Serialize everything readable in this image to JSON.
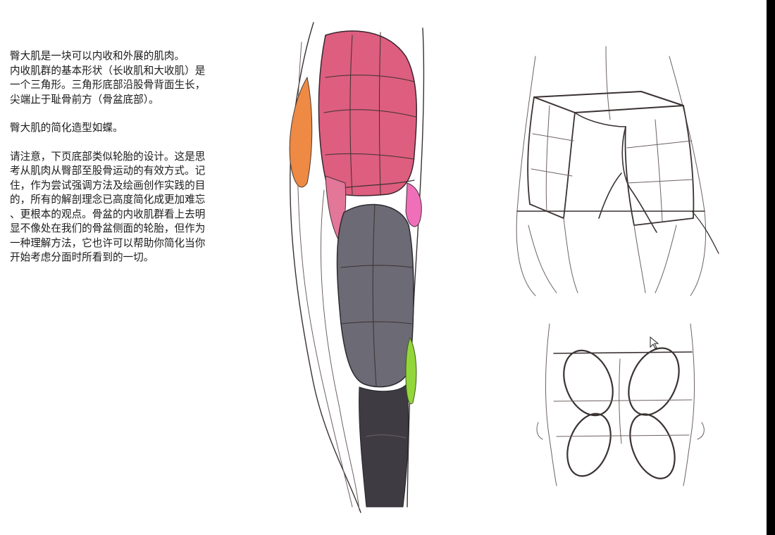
{
  "text": {
    "paragraph_1": [
      "臀大肌是一块可以内收和外展的肌肉。",
      "内收肌群的基本形状（长收肌和大收肌）是",
      "一个三角形。三角形底部沿股骨背面生长，",
      "尖端止于耻骨前方（骨盆底部）。"
    ],
    "paragraph_2": [
      "臀大肌的简化造型如蝶。"
    ],
    "paragraph_3": [
      "请注意，下页底部类似轮胎的设计。这是思",
      "考从肌肉从臀部至股骨运动的有效方式。记",
      "住，作为尝试强调方法及绘画创作实践的目",
      "的，所有的解剖理念已高度简化成更加难忘",
      "、更根本的观点。骨盆的内收肌群看上去明",
      "显不像处在我们的骨盆侧面的轮胎，但作为",
      "一种理解方法，它也许可以帮助你简化当你",
      "开始考虑分面时所看到的一切。"
    ]
  },
  "colors": {
    "gluteus_pink": "#dd5e7e",
    "orange": "#ee8a44",
    "magenta": "#ef6fb8",
    "gray_muscle": "#6c6a74",
    "dark_gray": "#3e3b43",
    "lime": "#93d63a",
    "sketch_line": "#3b3232",
    "right_bar": "#000000"
  },
  "icons": {
    "cursor": "arrow-pointer-icon"
  }
}
